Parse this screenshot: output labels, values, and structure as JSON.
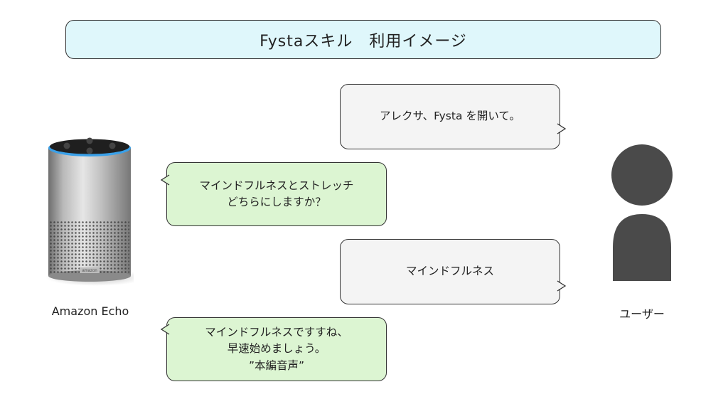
{
  "title": "Fystaスキル　利用イメージ",
  "devices": {
    "echo_label": "Amazon Echo",
    "echo_brand": "amazon",
    "user_label": "ユーザー"
  },
  "dialogue": [
    {
      "speaker": "user",
      "text": "アレクサ、Fysta を開いて。"
    },
    {
      "speaker": "alexa",
      "text": "マインドフルネスとストレッチ\nどちらにしますか？"
    },
    {
      "speaker": "user",
      "text": "マインドフルネス"
    },
    {
      "speaker": "alexa",
      "text": "マインドフルネスですすね、\n早速始めましょう。\n”本編音声”"
    }
  ],
  "colors": {
    "title_bg": "#dff7fb",
    "user_bubble": "#f4f4f4",
    "alexa_bubble": "#dcf5d2",
    "user_figure": "#4a4a4a",
    "echo_ring": "#3aa0e8"
  }
}
